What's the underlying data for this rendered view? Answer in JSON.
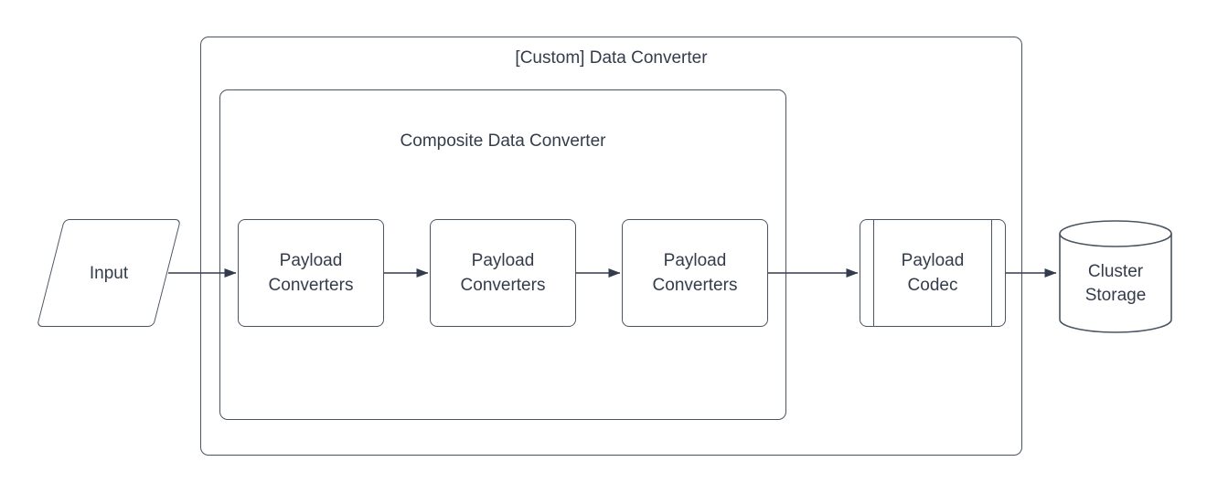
{
  "diagram": {
    "title_context": "Data Converter flow diagram",
    "colors": {
      "stroke": "#4a5463",
      "arrow": "#323c4c",
      "text": "#343c4b",
      "background": "#ffffff"
    },
    "outer_group": {
      "label": "[Custom] Data Converter"
    },
    "inner_group": {
      "label": "Composite Data Converter"
    },
    "nodes": {
      "input": {
        "label": "Input",
        "shape": "parallelogram"
      },
      "payload_converters": [
        {
          "label": "Payload Converters"
        },
        {
          "label": "Payload Converters"
        },
        {
          "label": "Payload Converters"
        }
      ],
      "payload_codec": {
        "label": "Payload Codec",
        "shape": "predefined-process"
      },
      "cluster_storage": {
        "label": "Cluster Storage",
        "shape": "cylinder"
      }
    },
    "flow": [
      "Input -> Payload Converters 1",
      "Payload Converters 1 -> Payload Converters 2",
      "Payload Converters 2 -> Payload Converters 3",
      "Payload Converters 3 -> Payload Codec",
      "Payload Codec -> Cluster Storage"
    ]
  }
}
